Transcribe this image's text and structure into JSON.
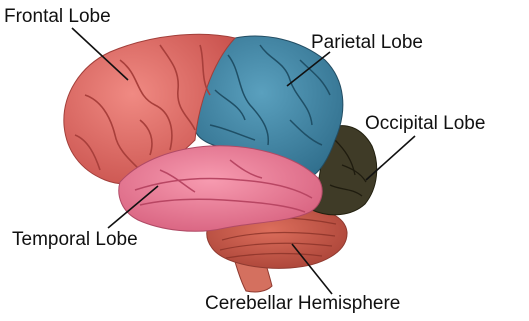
{
  "labels": {
    "frontal": "Frontal Lobe",
    "parietal": "Parietal Lobe",
    "occipital": "Occipital Lobe",
    "temporal": "Temporal Lobe",
    "cerebellar": "Cerebellar Hemisphere"
  },
  "colors": {
    "frontal": "#e3716b",
    "parietal": "#3f86a6",
    "occipital": "#3e3a26",
    "temporal": "#ef7d94",
    "cerebellum": "#cf5a4a",
    "brainstem": "#d06a5a",
    "leader_line": "#111111"
  }
}
